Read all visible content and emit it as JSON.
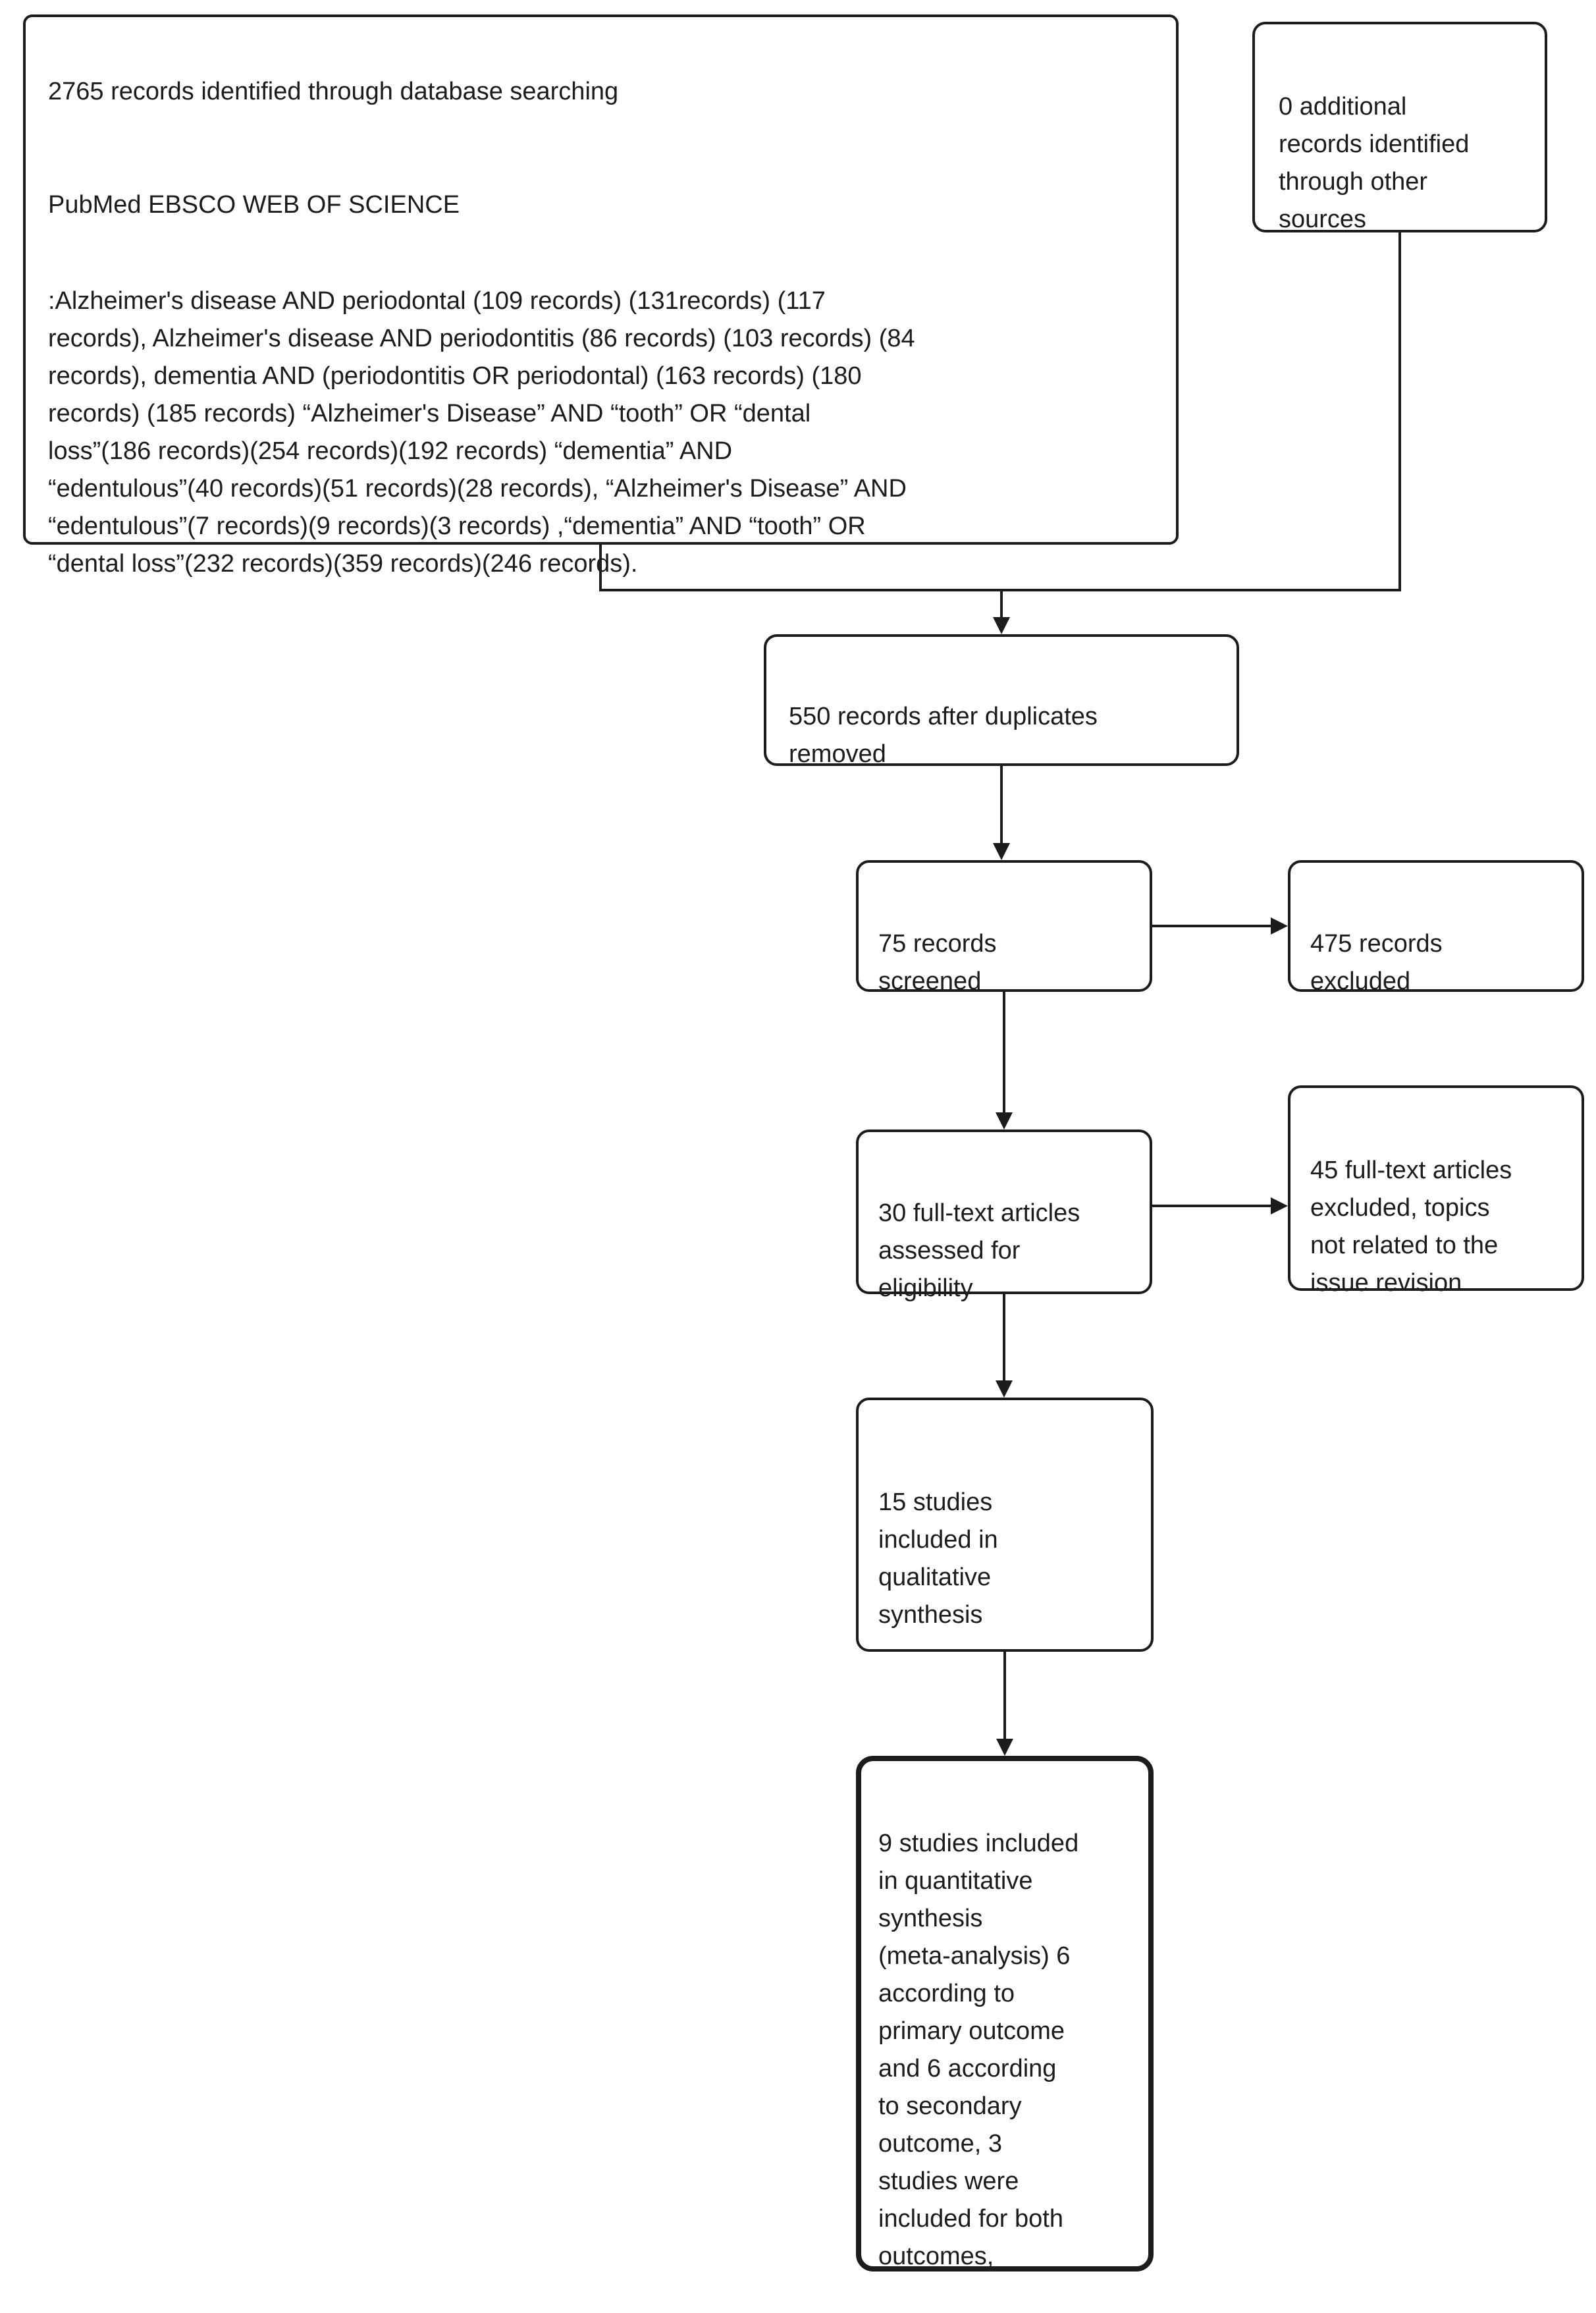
{
  "colors": {
    "ink": "#1c1c1c",
    "background": "#ffffff"
  },
  "diagram": {
    "identification": {
      "records_line": "2765 records identified through database searching",
      "databases_line": "PubMed EBSCO WEB OF SCIENCE",
      "search_queries": ":Alzheimer's disease AND periodontal (109 records) (131records) (117\nrecords), Alzheimer's disease AND periodontitis (86 records) (103 records) (84\nrecords), dementia AND (periodontitis OR periodontal) (163 records) (180\nrecords) (185 records) “Alzheimer's Disease” AND “tooth” OR “dental\nloss”(186 records)(254 records)(192 records) “dementia” AND\n“edentulous”(40 records)(51 records)(28 records), “Alzheimer's Disease” AND\n“edentulous”(7 records)(9 records)(3 records) ,“dementia” AND “tooth” OR\n“dental loss”(232 records)(359 records)(246 records)."
    },
    "other_sources": {
      "text": "0 additional\nrecords identified\nthrough other\nsources"
    },
    "duplicates_removed": {
      "text": "550 records after duplicates\nremoved"
    },
    "screened": {
      "text": "75 records\nscreened"
    },
    "excluded": {
      "text": "475 records\nexcluded"
    },
    "fulltext_assessed": {
      "text": "30 full-text articles\nassessed for\neligibility"
    },
    "fulltext_excluded": {
      "text": "45 full-text articles\nexcluded, topics\nnot related to the\nissue revision"
    },
    "qualitative": {
      "text": "15 studies\nincluded in\nqualitative\nsynthesis"
    },
    "quantitative": {
      "text": "9 studies included\nin quantitative\nsynthesis\n(meta-analysis) 6\naccording to\nprimary outcome\nand 6 according\nto secondary\noutcome, 3\nstudies were\nincluded for both\noutcomes,"
    }
  }
}
